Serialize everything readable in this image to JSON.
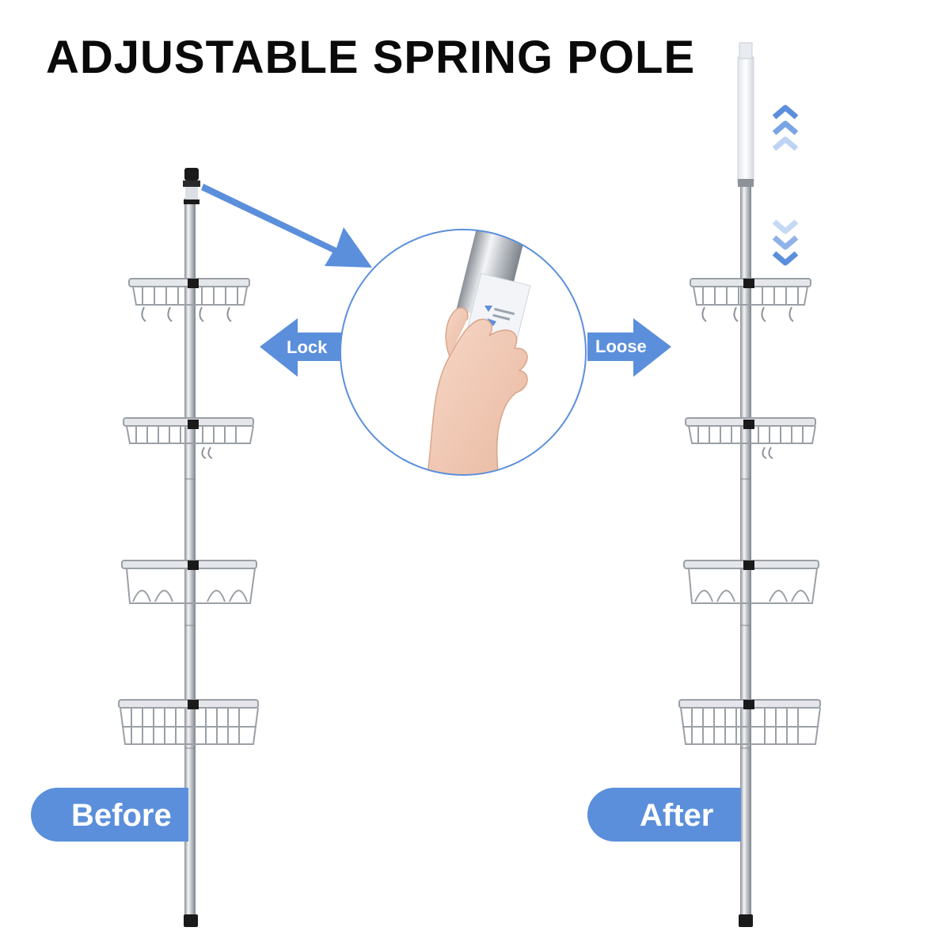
{
  "title": "ADJUSTABLE SPRING POLE",
  "labels": {
    "lock": "Lock",
    "loose": "Loose",
    "before": "Before",
    "after": "After"
  },
  "colors": {
    "accent": "#5b8fdb",
    "pole": "#c8ccd1",
    "dark": "#1a1a1a",
    "text": "#0a0a0a"
  },
  "icons": {
    "up": "chevron-up-icon",
    "down": "chevron-down-icon"
  }
}
